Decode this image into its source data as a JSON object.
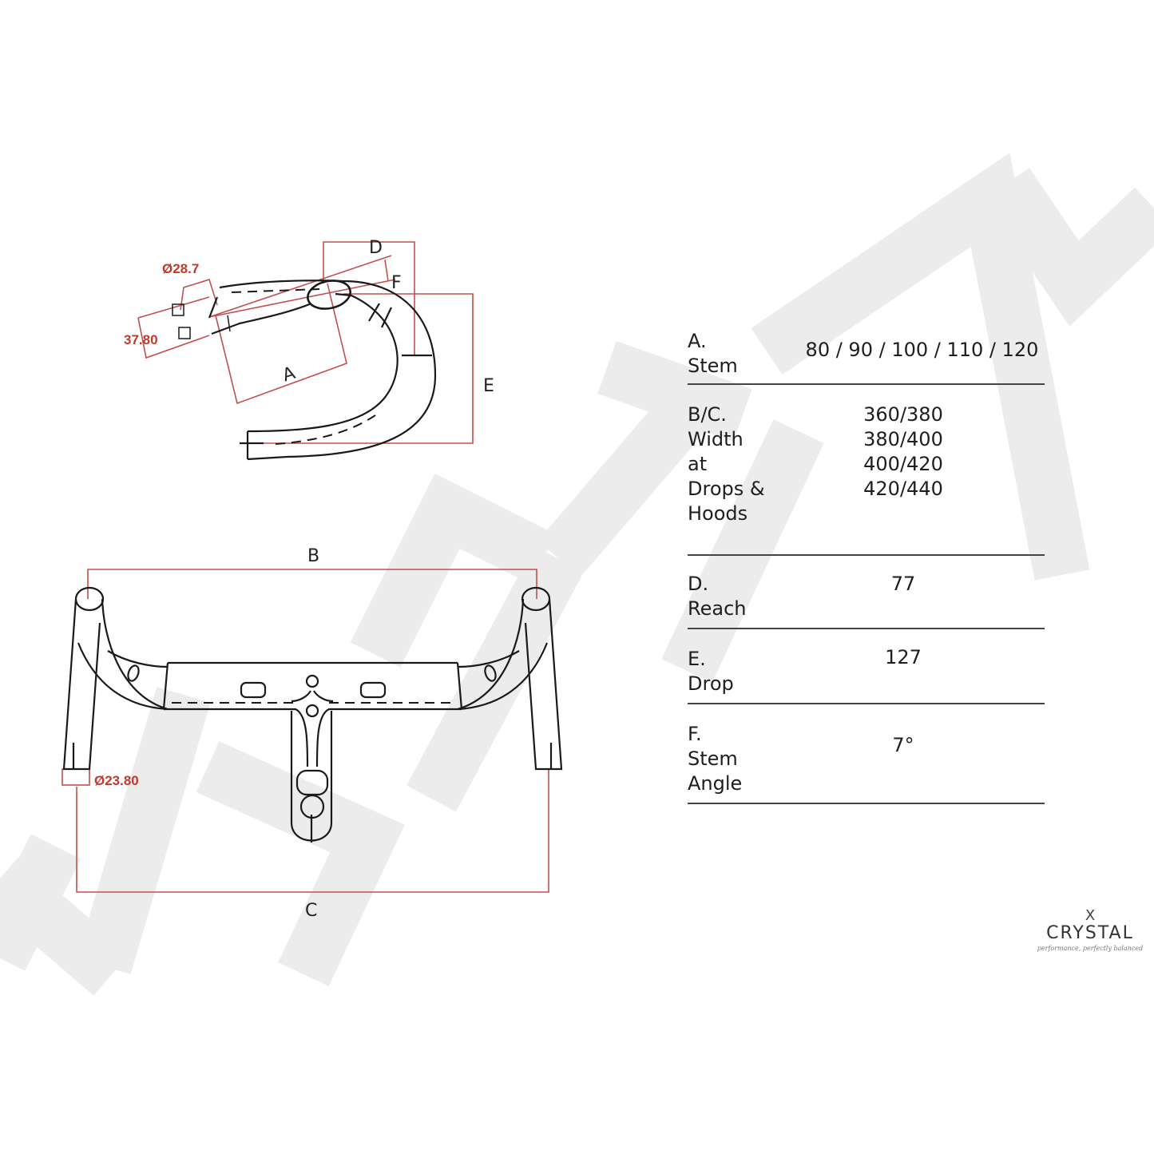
{
  "colors": {
    "background": "#ffffff",
    "line": "#1a1a1a",
    "dimension": "#c0504d",
    "dimension_text": "#c0392b",
    "watermark": "#ebebeb",
    "rule": "#444444"
  },
  "watermark": {
    "text": "CRYSTAL"
  },
  "side_view": {
    "labels": {
      "a": "A",
      "d": "D",
      "e": "E",
      "f": "F"
    },
    "dim_steerer_diameter": "Ø28.7",
    "dim_steerer_height": "37.80"
  },
  "top_view": {
    "labels": {
      "b": "B",
      "c": "C"
    },
    "dim_bar_diameter": "Ø23.80"
  },
  "specs": [
    {
      "letter": "A.",
      "name_lines": [
        "Stem"
      ],
      "values": [
        "80 / 90 / 100 / 110 / 120"
      ]
    },
    {
      "letter": "B/C.",
      "name_lines": [
        "Width",
        "at",
        "Drops &",
        "Hoods"
      ],
      "values": [
        "360/380",
        "380/400",
        "400/420",
        "420/440"
      ]
    },
    {
      "letter": "D.",
      "name_lines": [
        "Reach"
      ],
      "values": [
        "77"
      ]
    },
    {
      "letter": "E.",
      "name_lines": [
        "Drop"
      ],
      "values": [
        "127"
      ]
    },
    {
      "letter": "F.",
      "name_lines": [
        "Stem",
        "Angle"
      ],
      "values": [
        "7°"
      ]
    }
  ],
  "logo": {
    "mark": "X",
    "name": "CRYSTAL",
    "tagline": "performance, perfectly balanced"
  }
}
